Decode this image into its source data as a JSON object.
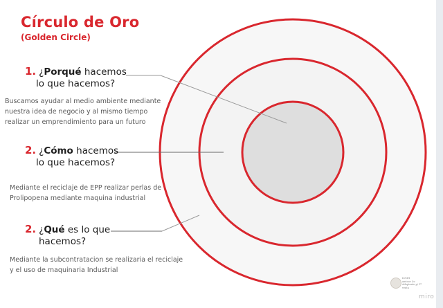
{
  "title": "Círculo de Oro",
  "subtitle": "(Golden Circle)",
  "colors": {
    "accent": "#d9272e",
    "outer_fill": "#f7f7f7",
    "middle_fill": "#f3f3f3",
    "inner_fill": "#dedede"
  },
  "items": [
    {
      "number": "1.",
      "keyword": "Porqué",
      "line1_prefix": "¿",
      "line1_suffix": " hacemos",
      "line2": "lo que hacemos?",
      "description": [
        "Buscamos ayudar al medio ambiente mediante",
        "nuestra idea de negocio y al mismo tiempo",
        "realizar un emprendimiento para un futuro"
      ]
    },
    {
      "number": "2.",
      "keyword": "Cómo",
      "line1_prefix": "¿",
      "line1_suffix": " hacemos",
      "line2": "lo que hacemos?",
      "description": [
        "Mediante el reciclaje de EPP realizar perlas de",
        "Prolipopena mediante maquina  industrial"
      ]
    },
    {
      "number": "2.",
      "keyword": "Qué",
      "line1_prefix": "¿",
      "line1_suffix": " es lo que",
      "line2": "hacemos?",
      "description": [
        "Mediante la subcontratacion se realizaria el reciclaje",
        "y el uso de maquinaria Industrial"
      ]
    }
  ],
  "logo_text": [
    "LVMH",
    "amtoor &c",
    "Adaptanto p/ 1ª venta"
  ],
  "watermark": "miro"
}
